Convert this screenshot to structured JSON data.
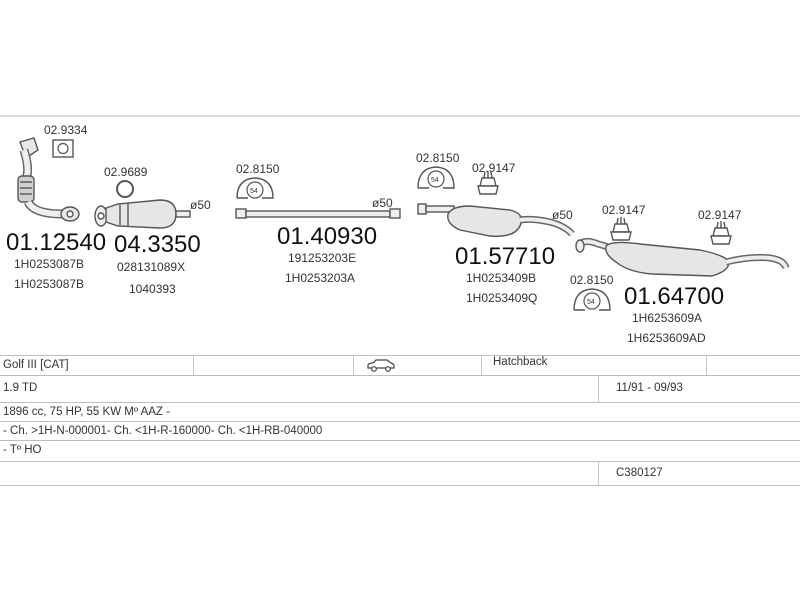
{
  "parts": {
    "p1": {
      "number": "01.12540",
      "oem": [
        "1H0253087B",
        "1H0253087B"
      ],
      "gasket": "02.9334"
    },
    "p2": {
      "number": "04.3350",
      "oem": [
        "028131089X",
        "1040393"
      ],
      "ring": "02.9689",
      "diameter": "ø50"
    },
    "p3": {
      "number": "01.40930",
      "oem": [
        "191253203E",
        "1H0253203A"
      ],
      "clamp": "02.8150",
      "clamp_size": "54",
      "diameter": "ø50"
    },
    "p4": {
      "number": "01.57710",
      "oem": [
        "1H0253409B",
        "1H0253409Q"
      ],
      "clamp": "02.8150",
      "clamp_size": "54",
      "hanger": "02.9147",
      "diameter": "ø50"
    },
    "p5": {
      "number": "01.64700",
      "oem": [
        "1H6253609A",
        "1H6253609AD"
      ],
      "clamp": "02.8150",
      "clamp_size": "54",
      "hanger_a": "02.9147",
      "hanger_b": "02.9147"
    }
  },
  "info": {
    "model": "Golf III  [CAT]",
    "body_type": "Hatchback",
    "engine": "1.9 TD",
    "period": "11/91 - 09/93",
    "spec": "1896 cc, 75 HP, 55 KW Mº AAZ -",
    "chassis": "- Ch. >1H-N-000001- Ch. <1H-R-160000- Ch. <1H-RB-040000",
    "note": "- Tº HO",
    "code": "C380127"
  },
  "colors": {
    "line": "#555555",
    "text": "#222222",
    "border": "#bdbdbd"
  }
}
